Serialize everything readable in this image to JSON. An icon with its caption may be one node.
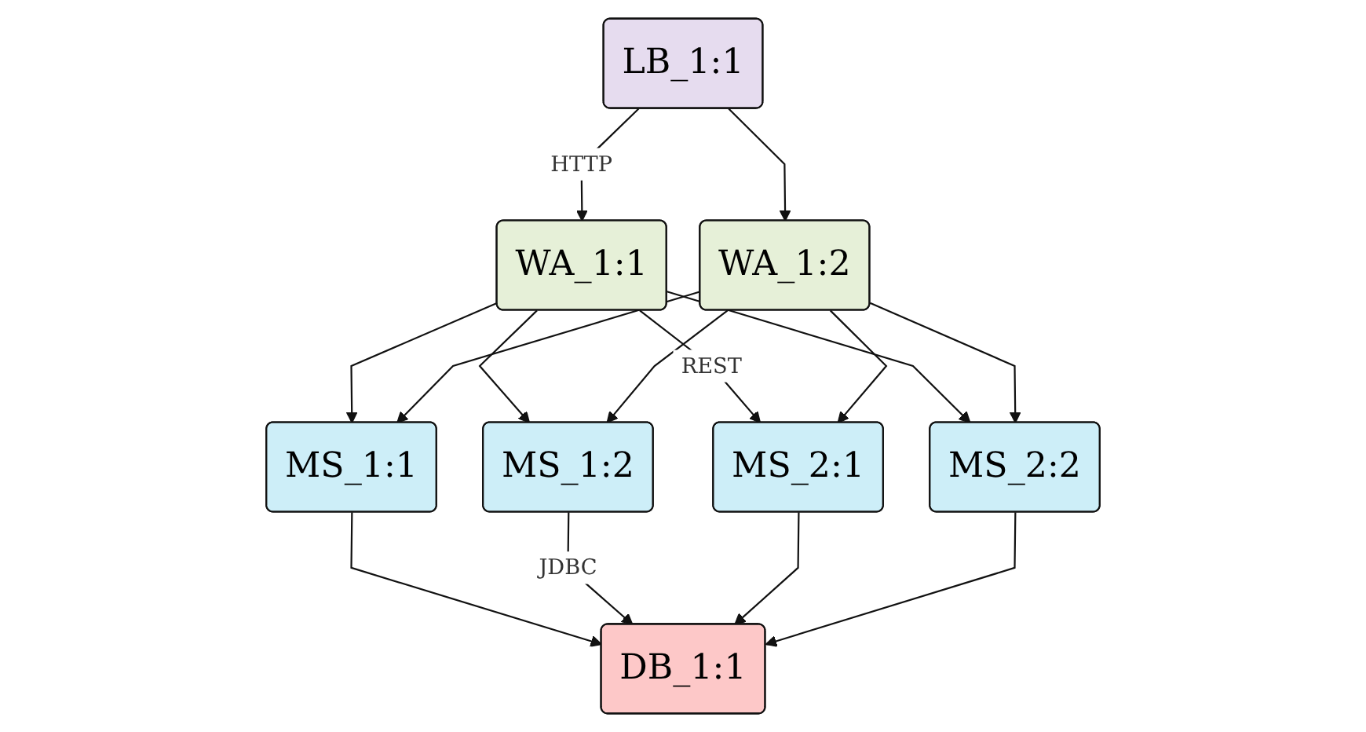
{
  "diagram": {
    "nodes": [
      {
        "text": [
          "LB_1:1"
        ]
      },
      {
        "text": [
          "WA_1:1"
        ]
      },
      {
        "text": [
          "WA_1:2"
        ]
      },
      {
        "text": [
          "MS_1:1"
        ]
      },
      {
        "text": [
          "MS_1:2"
        ]
      },
      {
        "text": [
          "MS_2:1"
        ]
      },
      {
        "text": [
          "MS_2:2"
        ]
      },
      {
        "text": [
          "DB_1:1"
        ]
      }
    ],
    "edges": [
      {
        "from": 0,
        "to": 1,
        "arrow": "to",
        "label": "HTTP"
      },
      {
        "from": 0,
        "to": 2,
        "arrow": "to"
      },
      {
        "from": 1,
        "to": 3,
        "arrow": "to"
      },
      {
        "from": 1,
        "to": 4,
        "arrow": "to"
      },
      {
        "from": 1,
        "to": 5,
        "arrow": "to",
        "label": "REST"
      },
      {
        "from": 1,
        "to": 6,
        "arrow": "to"
      },
      {
        "from": 2,
        "to": 3,
        "arrow": "to"
      },
      {
        "from": 2,
        "to": 4,
        "arrow": "to"
      },
      {
        "from": 2,
        "to": 5,
        "arrow": "to"
      },
      {
        "from": 2,
        "to": 6,
        "arrow": "to"
      },
      {
        "from": 3,
        "to": 7,
        "arrow": "to"
      },
      {
        "from": 4,
        "to": 7,
        "arrow": "to",
        "label": "JDBC"
      },
      {
        "from": 5,
        "to": 7,
        "arrow": "to"
      },
      {
        "from": 6,
        "to": 7,
        "arrow": "to"
      }
    ]
  }
}
